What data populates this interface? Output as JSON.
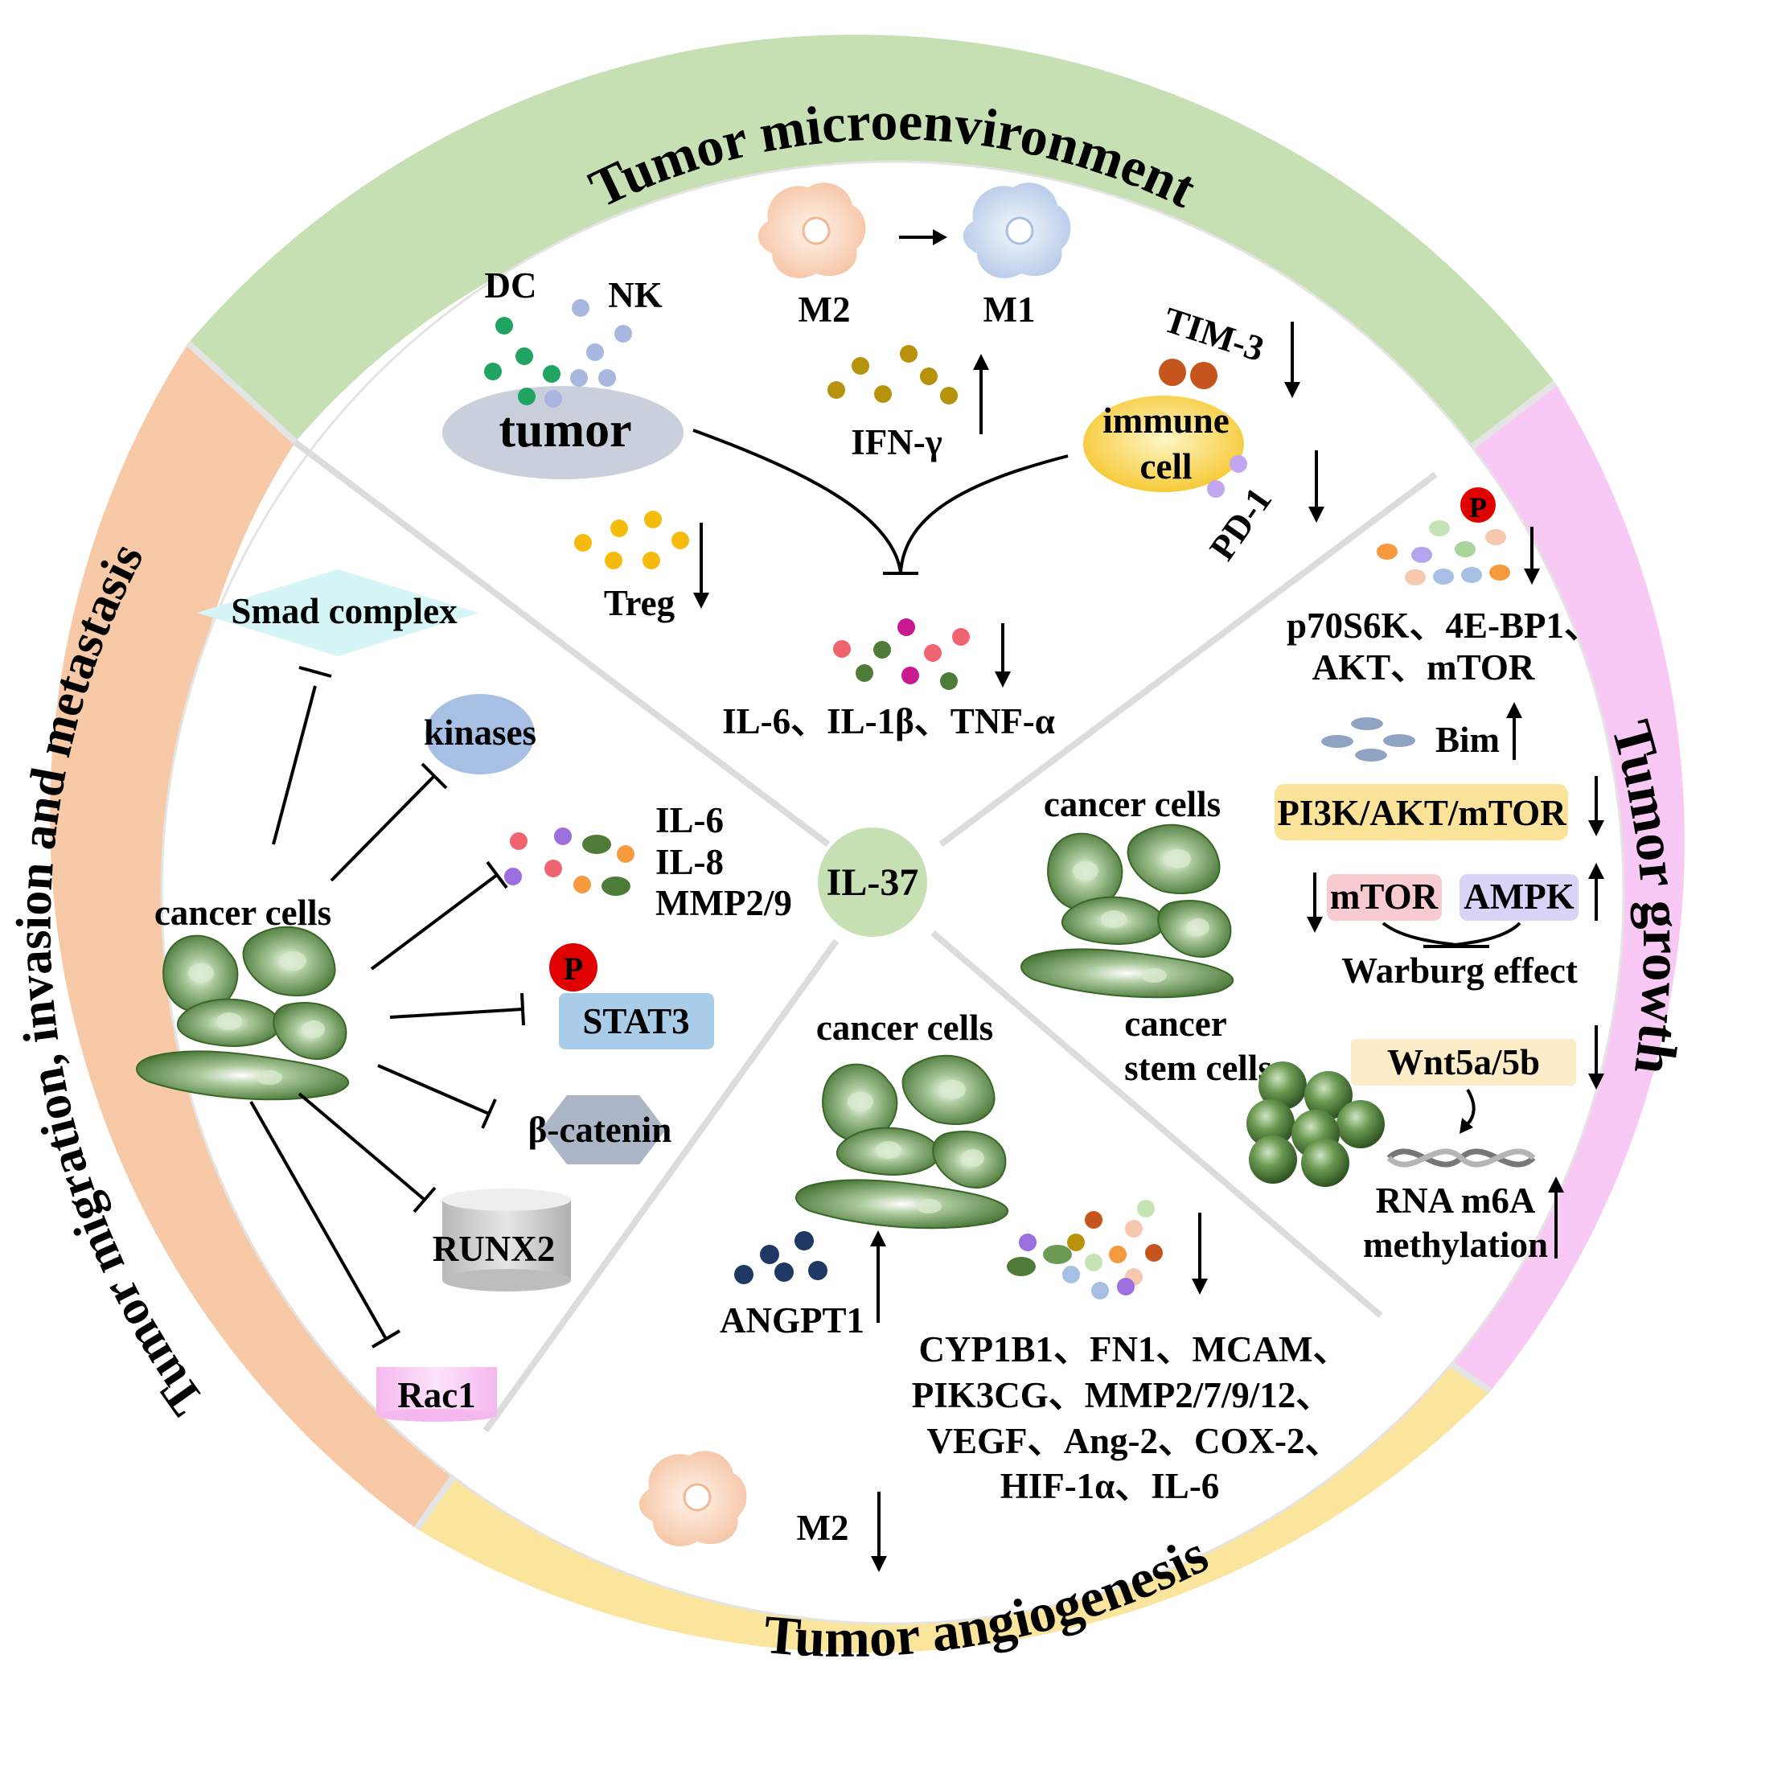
{
  "center": {
    "label": "IL-37"
  },
  "rings": {
    "microenvironment": "Tumor microenvironment",
    "growth": "Tumor growth",
    "angiogenesis": "Tumor angiogenesis",
    "migration": "Tumor migration, invasion and metastasis"
  },
  "colors": {
    "microenvironment": "#c6e0b4",
    "growth": "#f9c9f5",
    "angiogenesis": "#fbe49c",
    "migration": "#f7c9a6",
    "center": "#c6e0b4",
    "cell_green": "#4e7c38"
  },
  "microenvironment": {
    "dc": "DC",
    "nk": "NK",
    "tumor": "tumor",
    "m2": "M2",
    "m1": "M1",
    "ifn": "IFN-γ",
    "tim3": "TIM-3",
    "immune_cell_line1": "immune",
    "immune_cell_line2": "cell",
    "pd1": "PD-1",
    "treg": "Treg",
    "cytokines": "IL-6、IL-1β、TNF-α"
  },
  "growth": {
    "p_badge": "P",
    "kinases_line1": "p70S6K、4E-BP1、",
    "kinases_line2": "AKT、mTOR",
    "bim": "Bim",
    "cancer_cells": "cancer cells",
    "pathway": "PI3K/AKT/mTOR",
    "mtor": "mTOR",
    "ampk": "AMPK",
    "warburg": "Warburg effect",
    "stem_line1": "cancer",
    "stem_line2": "stem cells",
    "wnt": "Wnt5a/5b",
    "rna_line1": "RNA m6A",
    "rna_line2": "methylation"
  },
  "angiogenesis": {
    "cancer_cells": "cancer cells",
    "angpt1": "ANGPT1",
    "genes_line1": "CYP1B1、FN1、MCAM、",
    "genes_line2": "PIK3CG、MMP2/7/9/12、",
    "genes_line3": "VEGF、Ang-2、COX-2、",
    "genes_line4": "HIF-1α、IL-6",
    "m2": "M2"
  },
  "migration": {
    "smad": "Smad complex",
    "kinases": "kinases",
    "il6": "IL-6",
    "il8": "IL-8",
    "mmp": "MMP2/9",
    "cancer_cells": "cancer cells",
    "p_badge": "P",
    "stat3": "STAT3",
    "bcatenin": "β-catenin",
    "runx2": "RUNX2",
    "rac1": "Rac1"
  }
}
